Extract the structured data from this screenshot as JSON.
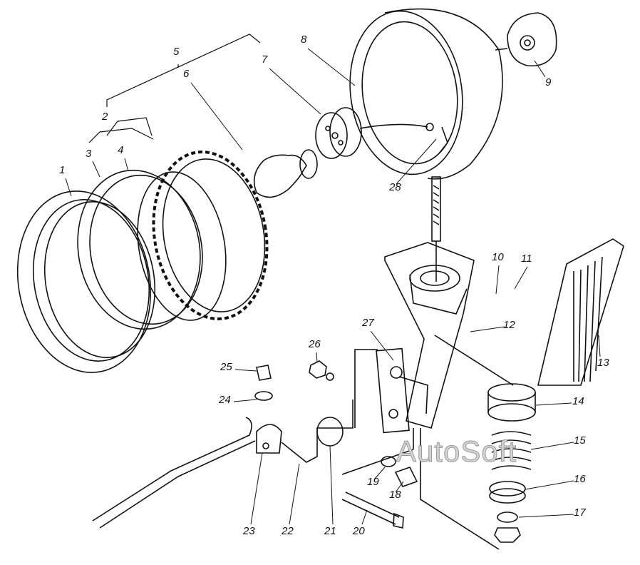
{
  "figure": {
    "labels": [
      "1",
      "2",
      "3",
      "4",
      "5",
      "6",
      "7",
      "8",
      "9",
      "10",
      "11",
      "12",
      "13",
      "14",
      "15",
      "16",
      "17",
      "18",
      "19",
      "20",
      "21",
      "22",
      "23",
      "24",
      "25",
      "26",
      "27",
      "28"
    ],
    "watermark": "AutoSoft"
  }
}
